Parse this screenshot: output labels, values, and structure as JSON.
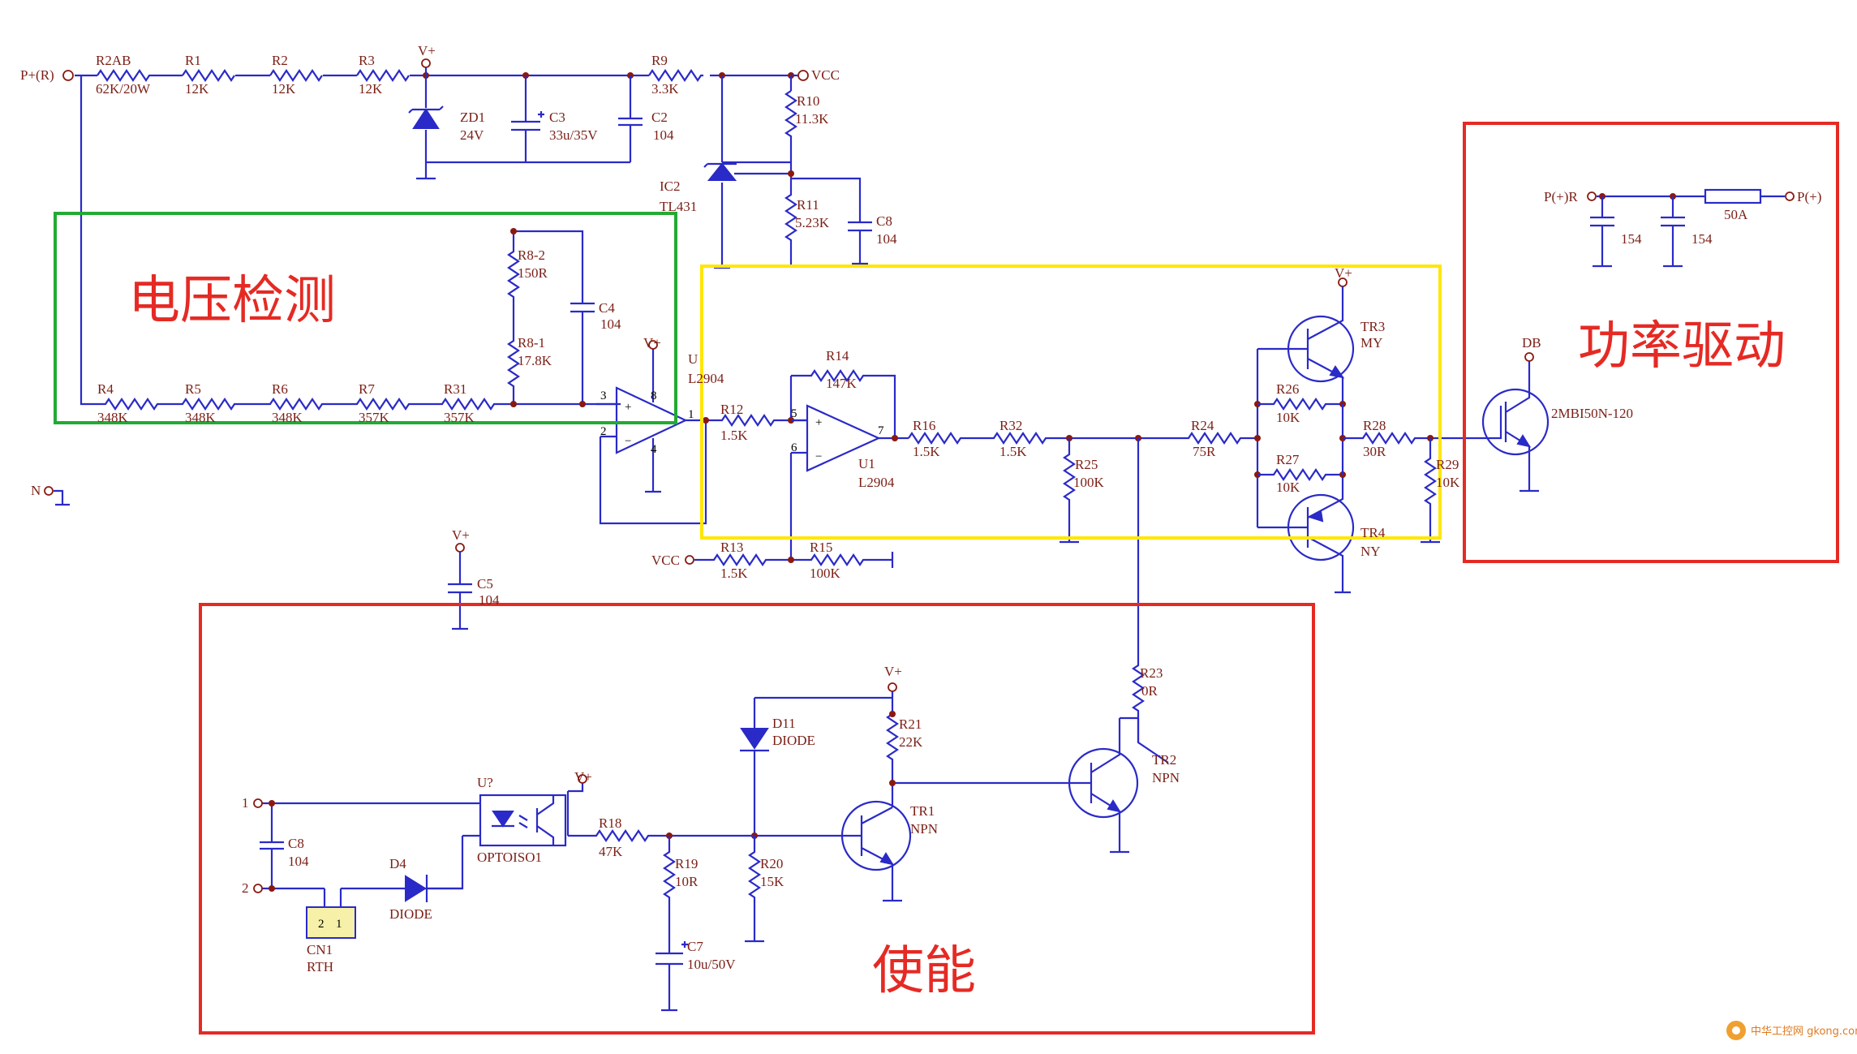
{
  "sections": {
    "voltage_detect": "电压检测",
    "power_drive": "功率驱动",
    "enable": "使能"
  },
  "colors": {
    "wire": "#2a2ac8",
    "label": "#7a1f16",
    "green_box": "#22aa33",
    "yellow_box": "#ffe600",
    "red_box": "#e52a24"
  },
  "ports": {
    "p_r": "P+(R)",
    "n": "N",
    "vcc1": "VCC",
    "vcc2": "VCC",
    "vplus": "V+",
    "pr_in": "P(+)R",
    "p_out": "P(+)",
    "db": "DB",
    "pin1": "1",
    "pin2": "2"
  },
  "components": {
    "r2ab": [
      "R2AB",
      "62K/20W"
    ],
    "r1": [
      "R1",
      "12K"
    ],
    "r2": [
      "R2",
      "12K"
    ],
    "r3": [
      "R3",
      "12K"
    ],
    "r9": [
      "R9",
      "3.3K"
    ],
    "r10": [
      "R10",
      "11.3K"
    ],
    "r11": [
      "R11",
      "5.23K"
    ],
    "zd1": [
      "ZD1",
      "24V"
    ],
    "c3": [
      "C3",
      "33u/35V"
    ],
    "c2": [
      "C2",
      "104"
    ],
    "c8a": [
      "C8",
      "104"
    ],
    "ic2": [
      "IC2",
      "TL431"
    ],
    "r82": [
      "R8-2",
      "150R"
    ],
    "r81": [
      "R8-1",
      "17.8K"
    ],
    "c4": [
      "C4",
      "104"
    ],
    "r4": [
      "R4",
      "348K"
    ],
    "r5": [
      "R5",
      "348K"
    ],
    "r6": [
      "R6",
      "348K"
    ],
    "r7": [
      "R7",
      "357K"
    ],
    "r31": [
      "R31",
      "357K"
    ],
    "u1a": [
      "U",
      "L2904"
    ],
    "u1b": [
      "U1",
      "L2904"
    ],
    "r12": [
      "R12",
      "1.5K"
    ],
    "r14": [
      "R14",
      "147K"
    ],
    "r13": [
      "R13",
      "1.5K"
    ],
    "r15": [
      "R15",
      "100K"
    ],
    "r16": [
      "R16",
      "1.5K"
    ],
    "r32": [
      "R32",
      "1.5K"
    ],
    "r25": [
      "R25",
      "100K"
    ],
    "r24": [
      "R24",
      "75R"
    ],
    "r26": [
      "R26",
      "10K"
    ],
    "r27": [
      "R27",
      "10K"
    ],
    "r28": [
      "R28",
      "30R"
    ],
    "r29": [
      "R29",
      "10K"
    ],
    "tr3": [
      "TR3",
      "MY"
    ],
    "tr4": [
      "TR4",
      "NY"
    ],
    "c5": [
      "C5",
      "104"
    ],
    "c154a": "154",
    "c154b": "154",
    "fuse": "50A",
    "igbt": "2MBI50N-120",
    "r23": [
      "R23",
      "0R"
    ],
    "tr2": [
      "TR2",
      "NPN"
    ],
    "tr1": [
      "TR1",
      "NPN"
    ],
    "d11": [
      "D11",
      "DIODE"
    ],
    "r21": [
      "R21",
      "22K"
    ],
    "r18": [
      "R18",
      "47K"
    ],
    "r19": [
      "R19",
      "10R"
    ],
    "r20": [
      "R20",
      "15K"
    ],
    "c7": [
      "C7",
      "10u/50V"
    ],
    "c8b": [
      "C8",
      "104"
    ],
    "d4": [
      "D4",
      "DIODE"
    ],
    "cn1": [
      "CN1",
      "RTH"
    ],
    "opto": [
      "U?",
      "OPTOISO1"
    ]
  },
  "pins": {
    "p3": "3",
    "p2": "2",
    "p8": "8",
    "p4": "4",
    "p1": "1",
    "p5": "5",
    "p6": "6",
    "p7": "7",
    "cn_a": "2",
    "cn_b": "1"
  },
  "watermark": "中华工控网 gkong.com"
}
